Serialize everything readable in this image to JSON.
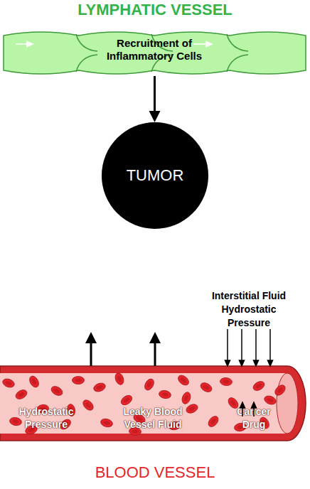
{
  "diagram": {
    "nodes": [
      {
        "text": [
          "LYMPHATIC VESSEL",
          "Recruitment of Inflammatory Cells"
        ]
      },
      {
        "text": [
          "TUMOR"
        ]
      },
      {
        "text": [
          "Hydrostatic Pressure",
          "Leaky Blood Vessel Fluid",
          "Cancer Drug",
          "BLOOD VESSEL"
        ]
      }
    ],
    "edges": [
      {
        "from": 0,
        "to": 1,
        "arrow": "to"
      },
      {
        "from": 2,
        "to": 1,
        "arrow": "to"
      },
      {
        "from": 2,
        "to": 1,
        "arrow": "to"
      }
    ],
    "labels": [
      "Interstitial Fluid Hydrostatic Pressure"
    ]
  }
}
